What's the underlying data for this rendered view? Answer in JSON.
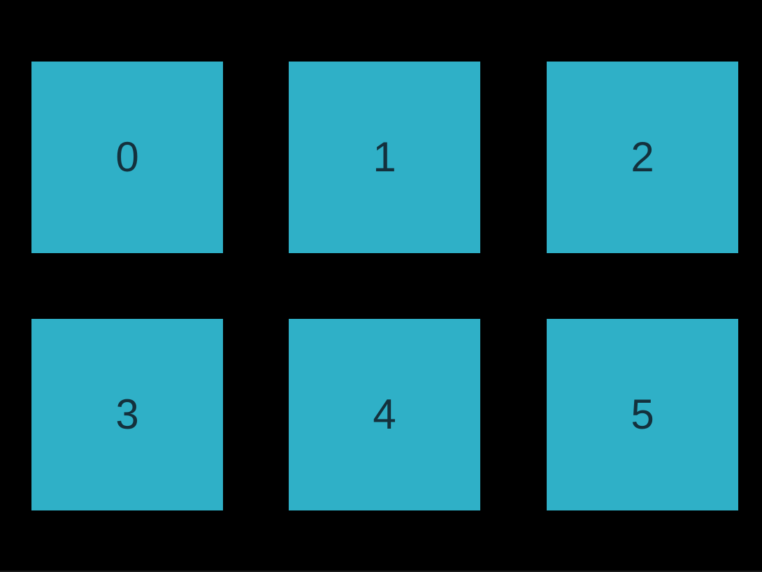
{
  "colors": {
    "background": "#000000",
    "square_fill": "#2FB0C7",
    "square_label": "#14313D",
    "bottom_edge": "#1B1B1B"
  },
  "grid": {
    "rows": 2,
    "columns": 3
  },
  "squares": [
    {
      "label": "0"
    },
    {
      "label": "1"
    },
    {
      "label": "2"
    },
    {
      "label": "3"
    },
    {
      "label": "4"
    },
    {
      "label": "5"
    }
  ]
}
